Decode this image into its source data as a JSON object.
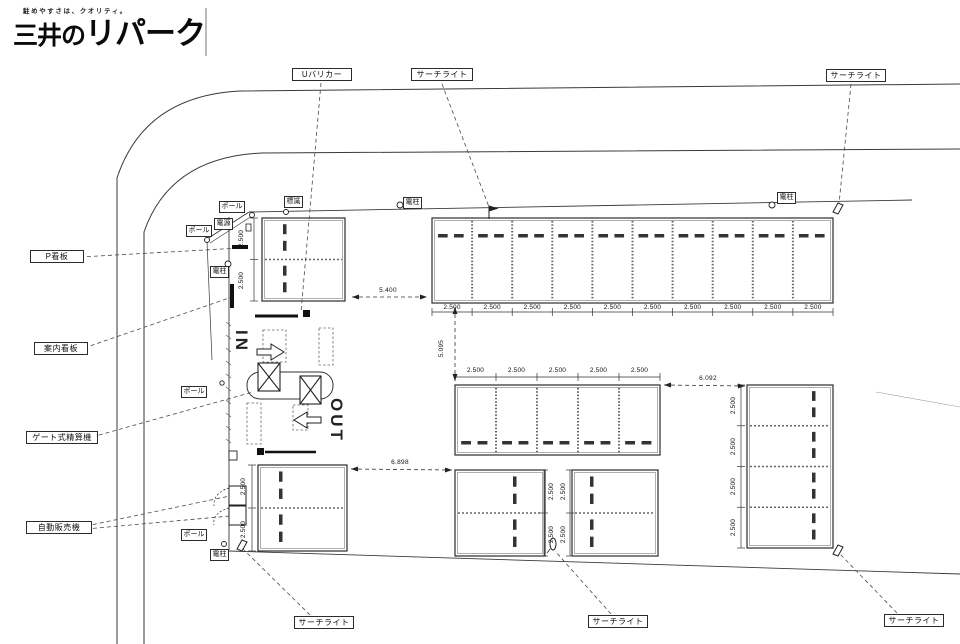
{
  "brand": {
    "tagline": "駐めやすさは、クオリティ。",
    "name_prefix": "三井の",
    "name_main": "リパーク"
  },
  "equipment_labels": {
    "u_barricade": "Uバリカー",
    "searchlight": "サーチライト",
    "utility_pole": "電柱",
    "pole": "ポール",
    "power_supply": "電源",
    "road_sign": "標識",
    "p_signboard": "P看板",
    "guide_signboard": "案内看板",
    "gate_pay_machine": "ゲート式精算機",
    "vending_machine": "自動販売機"
  },
  "traffic": {
    "in": "IN",
    "out": "OUT"
  },
  "dimensions": {
    "entrance_aisle_width": "5.400",
    "center_aisle_height": "5.095",
    "right_aisle_width": "6.092",
    "bottom_aisle_width": "6.898",
    "top_row_stalls": [
      "2.500",
      "2.500",
      "2.500",
      "2.500",
      "2.500",
      "2.500",
      "2.500",
      "2.500",
      "2.500",
      "2.500"
    ],
    "middle_row_stalls": [
      "2.500",
      "2.500",
      "2.500",
      "2.500",
      "2.500"
    ],
    "right_column_stalls": [
      "2.500",
      "2.500",
      "2.500",
      "2.500"
    ],
    "upper_left_block_stalls": [
      "2.500",
      "2.500"
    ],
    "lower_left_block_stalls": [
      "2.500",
      "2.500"
    ],
    "lower_middle_left_block_stalls": [
      "2.500",
      "2.500"
    ],
    "lower_middle_right_block_stalls": [
      "2.500",
      "2.500"
    ]
  }
}
